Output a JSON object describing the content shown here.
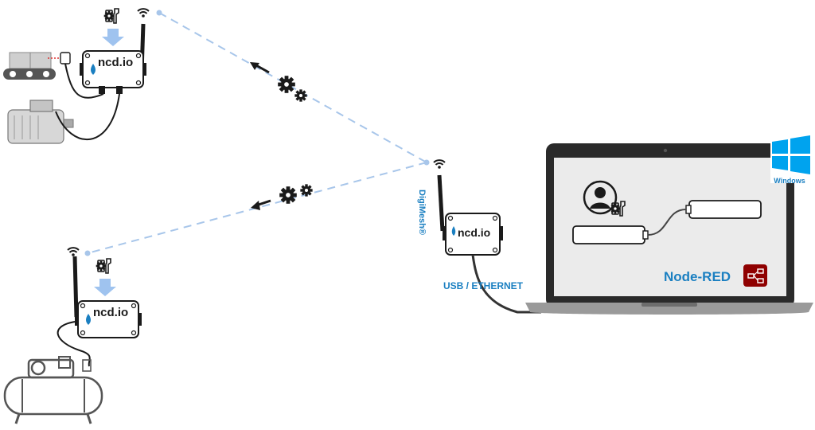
{
  "devices": {
    "brand_label": "ncd.io",
    "gateway_brand_label": "ncd.io"
  },
  "gateway": {
    "protocol_label": "DigiMesh®",
    "connection_label": "USB / ETHERNET"
  },
  "laptop": {
    "app_label": "Node-RED",
    "os_label": "Windows"
  },
  "colors": {
    "accent_blue": "#1a7fc1",
    "dashed_link": "#a8c6ea",
    "arrow_blue": "#9fc3ef",
    "node_red": "#8f0000",
    "windows_blue": "#00a3ee"
  }
}
